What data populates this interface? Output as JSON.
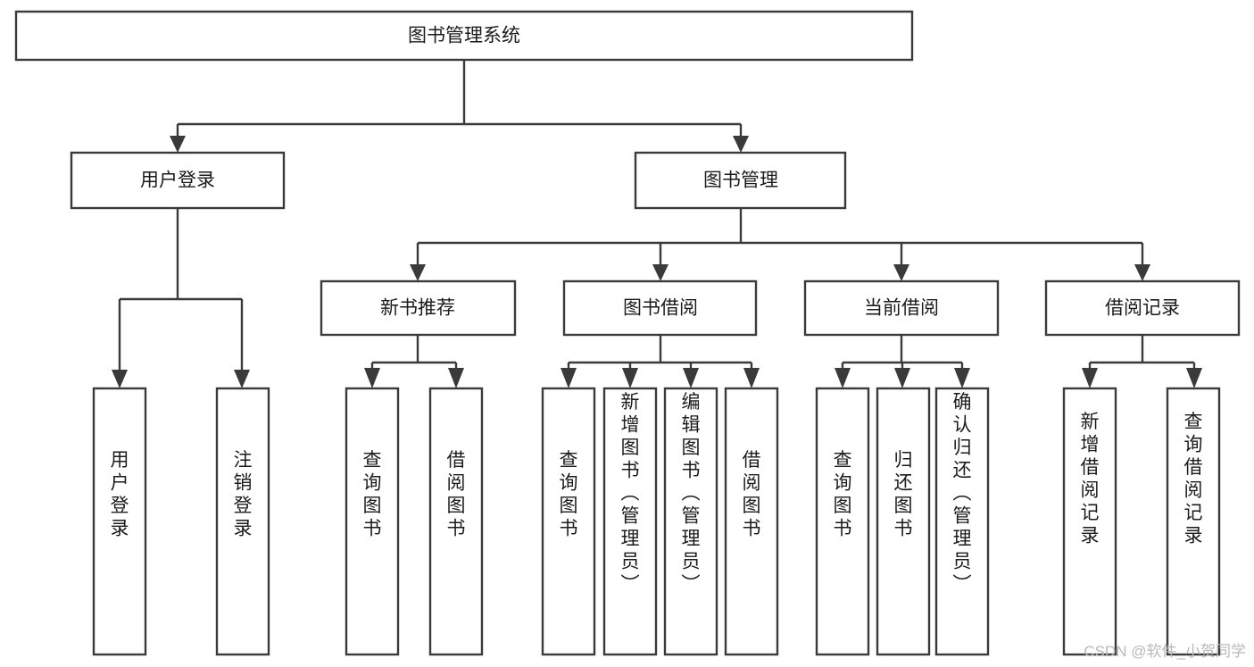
{
  "diagram": {
    "title": "图书管理系统",
    "type": "tree-hierarchy-diagram",
    "root": {
      "id": "root",
      "label": "图书管理系统",
      "orientation": "horizontal"
    },
    "level2": [
      {
        "id": "user-login",
        "label": "用户登录",
        "orientation": "horizontal"
      },
      {
        "id": "book-manage",
        "label": "图书管理",
        "orientation": "horizontal"
      }
    ],
    "level3": [
      {
        "id": "new-book-recommend",
        "label": "新书推荐",
        "parent": "book-manage",
        "orientation": "horizontal"
      },
      {
        "id": "book-borrow",
        "label": "图书借阅",
        "parent": "book-manage",
        "orientation": "horizontal"
      },
      {
        "id": "current-borrow",
        "label": "当前借阅",
        "parent": "book-manage",
        "orientation": "horizontal"
      },
      {
        "id": "borrow-record",
        "label": "借阅记录",
        "parent": "book-manage",
        "orientation": "horizontal"
      }
    ],
    "leaves": {
      "user-login": [
        {
          "id": "leaf-user-login",
          "label": "用户登录",
          "orientation": "vertical"
        },
        {
          "id": "leaf-user-logout",
          "label": "注销登录",
          "orientation": "vertical"
        }
      ],
      "new-book-recommend": [
        {
          "id": "leaf-query-book-1",
          "label": "查询图书",
          "orientation": "vertical"
        },
        {
          "id": "leaf-borrow-book-1",
          "label": "借阅图书",
          "orientation": "vertical"
        }
      ],
      "book-borrow": [
        {
          "id": "leaf-query-book-2",
          "label": "查询图书",
          "orientation": "vertical"
        },
        {
          "id": "leaf-add-book",
          "label": "新增图书（管理员）",
          "orientation": "vertical"
        },
        {
          "id": "leaf-edit-book",
          "label": "编辑图书（管理员）",
          "orientation": "vertical"
        },
        {
          "id": "leaf-borrow-book-2",
          "label": "借阅图书",
          "orientation": "vertical"
        }
      ],
      "current-borrow": [
        {
          "id": "leaf-query-book-3",
          "label": "查询图书",
          "orientation": "vertical"
        },
        {
          "id": "leaf-return-book",
          "label": "归还图书",
          "orientation": "vertical"
        },
        {
          "id": "leaf-confirm-return",
          "label": "确认归还（管理员）",
          "orientation": "vertical"
        }
      ],
      "borrow-record": [
        {
          "id": "leaf-add-record",
          "label": "新增借阅记录",
          "orientation": "vertical"
        },
        {
          "id": "leaf-query-record",
          "label": "查询借阅记录",
          "orientation": "vertical"
        }
      ]
    }
  },
  "watermark": {
    "text": "CSDN @软件_小贺同学"
  },
  "colors": {
    "stroke": "#3a3a3a",
    "box_fill": "#ffffff",
    "text": "#1b1b1b",
    "watermark": "#b9b9b9",
    "background": "#ffffff"
  }
}
